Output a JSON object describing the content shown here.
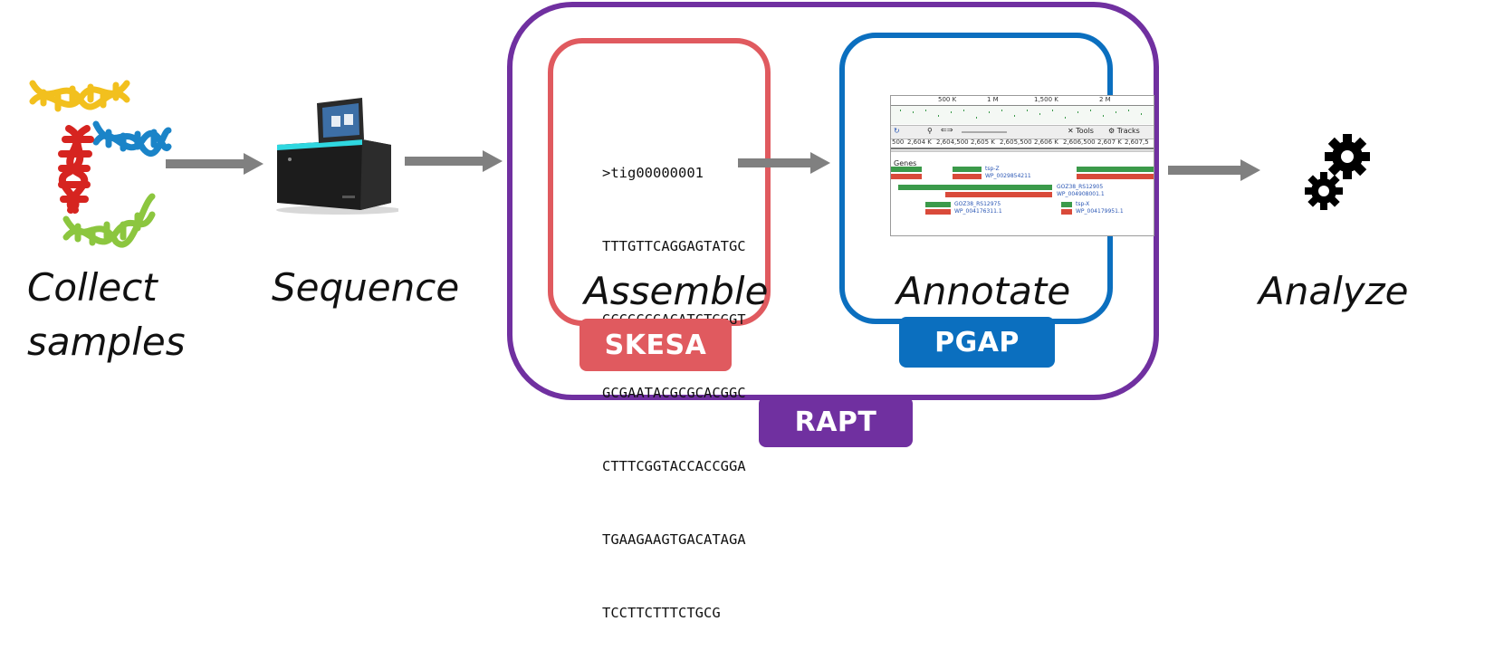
{
  "steps": {
    "collect": {
      "line1": "Collect",
      "line2": "samples"
    },
    "sequence": "Sequence",
    "assemble": "Assemble",
    "annotate": "Annotate",
    "analyze": "Analyze"
  },
  "tools": {
    "skesa": "SKESA",
    "pgap": "PGAP",
    "rapt": "RAPT"
  },
  "fasta": [
    ">tig00000001",
    "TTTGTTCAGGAGTATGC",
    "GCCGCCGACATCTGGGT",
    "GCGAATACGCGCACGGC",
    "CTTTCGGTACCACCGGA",
    "TGAAGAAGTGACATAGA",
    "TCCTTCTTTCTGCG"
  ],
  "browser": {
    "ruler": [
      "500 K",
      "1 M",
      "1,500 K",
      "2 M"
    ],
    "toolbar_tools": "Tools",
    "toolbar_tracks": "Tracks",
    "coords": [
      "500",
      "2,604 K",
      "2,604,500",
      "2,605 K",
      "2,605,500",
      "2,606 K",
      "2,606,500",
      "2,607 K",
      "2,607,5"
    ],
    "track_title": "Genes",
    "gene_labels": [
      "tsp-Z",
      "WP_0029854211",
      "GOZ38_RS12905",
      "WP_004908001.1",
      "GOZ38_RS12975",
      "WP_004176311.1",
      "tsp-X",
      "WP_004179951.1"
    ]
  },
  "colors": {
    "skesa": "#e05a5f",
    "pgap": "#0b6fbf",
    "rapt": "#7030a0",
    "arrow": "#808080"
  }
}
